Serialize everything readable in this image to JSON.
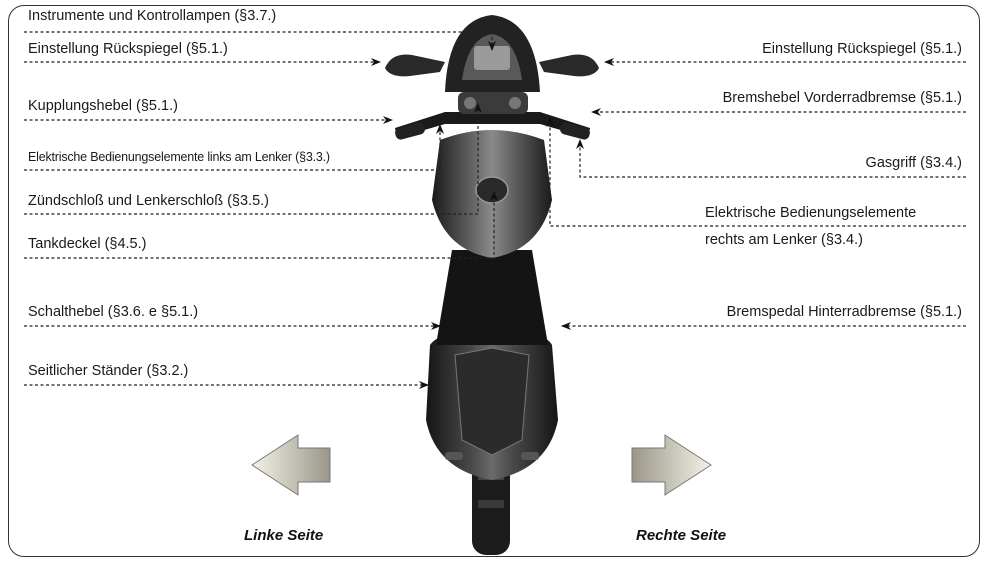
{
  "labels": {
    "instruments": "Instrumente und Kontrollampen (§3.7.)",
    "mirror_left": "Einstellung Rückspiegel (§5.1.)",
    "mirror_right": "Einstellung Rückspiegel (§5.1.)",
    "clutch_lever": "Kupplungshebel (§5.1.)",
    "front_brake_lever": "Bremshebel Vorderradbremse (§5.1.)",
    "left_controls": "Elektrische Bedienungselemente links am Lenker (§3.3.)",
    "throttle": "Gasgriff (§3.4.)",
    "ignition_lock": "Zündschloß und Lenkerschloß (§3.5.)",
    "right_controls_line1": "Elektrische Bedienungselemente",
    "right_controls_line2": "rechts am Lenker (§3.4.)",
    "fuel_cap": "Tankdeckel (§4.5.)",
    "gear_lever": "Schalthebel (§3.6. e §5.1.)",
    "rear_brake_pedal": "Bremspedal Hinterradbremse (§5.1.)",
    "side_stand": "Seitlicher Ständer (§3.2.)"
  },
  "sides": {
    "left": "Linke Seite",
    "right": "Rechte Seite"
  },
  "colors": {
    "frame": "#333333",
    "leader_line": "#222222",
    "motorcycle": "#2a2a2a"
  }
}
